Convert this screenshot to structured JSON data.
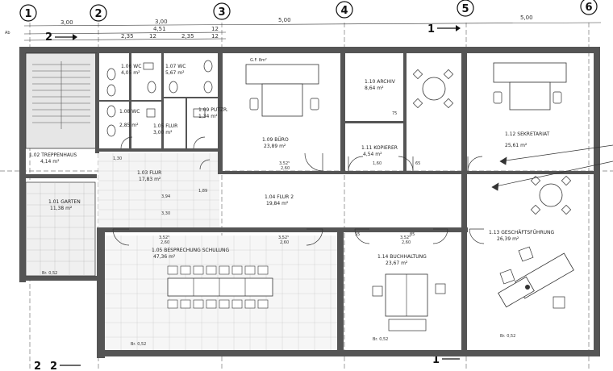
{
  "axes_top": [
    "1",
    "2",
    "3",
    "4",
    "5",
    "6"
  ],
  "axis_bottom": "2",
  "section_marks": [
    "2",
    "1",
    "2",
    "1"
  ],
  "dims_top": {
    "row1": [
      "3,00",
      "3,00",
      "5,00",
      "5,00"
    ],
    "row2": [
      "2,35",
      "12",
      "2,35",
      "12",
      "12"
    ],
    "row3": [
      "4,51"
    ]
  },
  "rooms": [
    {
      "id": "r1",
      "name": "1.02 TREPPENHAUS",
      "area": "4,14 m²"
    },
    {
      "id": "r2",
      "name": "1.01 GARTEN",
      "area": "11,38 m²"
    },
    {
      "id": "r3",
      "name": "1.06 WC",
      "area": "4,05 m²"
    },
    {
      "id": "r4",
      "name": "1.07 WC",
      "area": "5,67 m²"
    },
    {
      "id": "r5",
      "name": "1.08 WC",
      "area": "2,85 m²"
    },
    {
      "id": "r6",
      "name": "1.09 PUTZR.",
      "area": "1,34 m²"
    },
    {
      "id": "r7",
      "name": "1.05 FLUR",
      "area": "3,00 m²"
    },
    {
      "id": "r8",
      "name": "1.03 FLUR",
      "area": "17,83 m²"
    },
    {
      "id": "r9",
      "name": "1.09 BÜRO",
      "area": "23,89 m²"
    },
    {
      "id": "r10",
      "name": "1.10 ARCHIV",
      "area": "8,64 m²"
    },
    {
      "id": "r11",
      "name": "1.11 KOPIERER",
      "area": "4,54 m²"
    },
    {
      "id": "r12",
      "name": "1.12 SEKRETARIAT",
      "area": "25,61 m²"
    },
    {
      "id": "r13",
      "name": "1.04 FLUR 2",
      "area": "19,84 m²"
    },
    {
      "id": "r14",
      "name": "1.05 BESPRECHUNG SCHULUNG",
      "area": "47,36 m²"
    },
    {
      "id": "r15",
      "name": "1.14 BUCHHALTUNG",
      "area": "23,67 m²"
    },
    {
      "id": "r16",
      "name": "1.13 GESCHÄFTSFÜHRUNG",
      "area": "26,39 m²"
    }
  ],
  "misc_labels": {
    "door_label_a": "3,52⁵",
    "door_label_a2": "2,60",
    "door_label_b": "3,52⁵",
    "door_label_b2": "2,60",
    "door_label_c": "3,52⁵",
    "door_label_c2": "2,60",
    "door_label_d": "3,52⁵",
    "door_label_d2": "2,60",
    "sill_a": "Br. 0,52",
    "sill_b": "Br. 0,52",
    "sill_c": "Br. 0,52",
    "sill_d": "Br. 0,52",
    "d_85": "85",
    "d_55": "55",
    "d_65": "65",
    "d_75": "75",
    "d_1_30": "1,30",
    "d_1_60": "1,60",
    "d_1_89": "1,89",
    "d_3_94": "3,94",
    "d_3_30": "3,30",
    "stair_note": "Ab",
    "gf": "G.F. 8m²"
  }
}
